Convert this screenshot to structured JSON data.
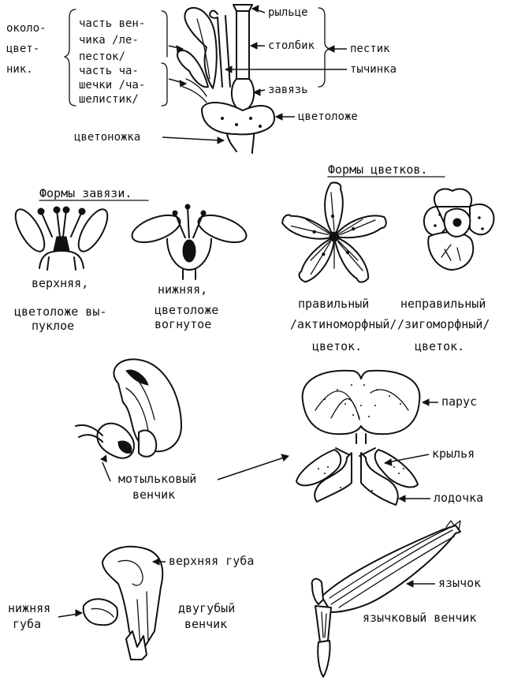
{
  "flower_structure": {
    "perianth": [
      "около-",
      "цвет-",
      "ник."
    ],
    "corolla_part": [
      "часть вен-",
      "чика /ле-",
      "песток/"
    ],
    "calyx_part": [
      "часть ча-",
      "шечки /ча-",
      "шелистик/"
    ],
    "stigma": "рыльце",
    "style": "столбик",
    "pistil": "пестик",
    "stamen": "тычинка",
    "ovary": "завязь",
    "receptacle": "цветоложе",
    "pedicel": "цветоножка"
  },
  "ovary_forms": {
    "title": "Формы завязи.",
    "superior": [
      "верхняя,",
      "цветоложе вы-",
      "пуклое"
    ],
    "inferior": [
      "нижняя,",
      "цветоложе",
      "вогнутое"
    ]
  },
  "flower_forms": {
    "title": "Формы цветков.",
    "regular": [
      "правильный",
      "/актиноморфный/",
      "цветок."
    ],
    "irregular": [
      "неправильный",
      "/зигоморфный/",
      "цветок."
    ]
  },
  "papilionaceous": {
    "sail": "парус",
    "wings": "крылья",
    "keel": "лодочка",
    "corolla": [
      "мотыльковый",
      "венчик"
    ]
  },
  "bilabiate": {
    "upper_lip": "верхняя губа",
    "lower_lip": [
      "нижняя",
      "губа"
    ],
    "corolla": [
      "двугубый",
      "венчик"
    ]
  },
  "ligulate": {
    "ligule": "язычок",
    "corolla": "язычковый венчик"
  }
}
